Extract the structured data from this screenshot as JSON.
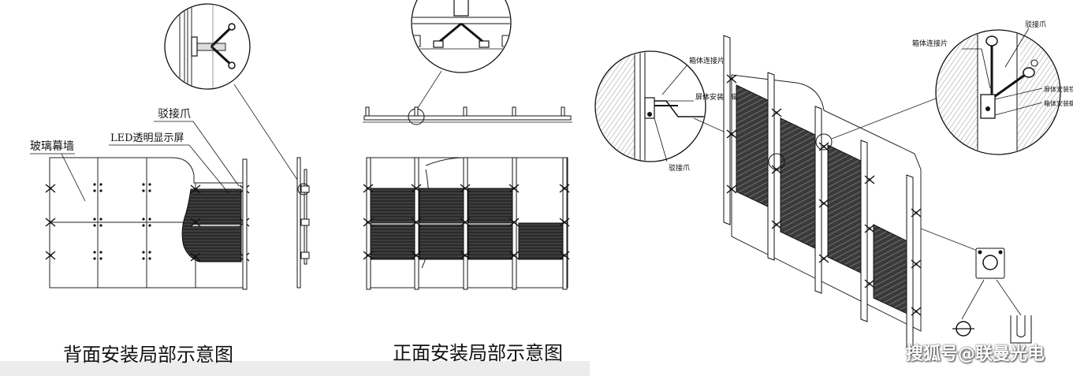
{
  "back_view": {
    "caption": "背面安装局部示意图",
    "label_claw": "驳接爪",
    "label_led": "LED透明显示屏",
    "label_glass": "玻璃幕墙"
  },
  "front_view": {
    "caption": "正面安装局部示意图"
  },
  "iso_view": {
    "callout_left_1": "箱体连接片",
    "callout_left_2": "屏体安装铁扁",
    "callout_left_3": "驳接爪",
    "callout_right_1": "箱体连接片",
    "callout_right_2": "驳接爪",
    "callout_right_3": "屏体安装铁扁",
    "callout_right_4": "箱体安装螺丝"
  },
  "watermark": "搜狐号@联曼光电"
}
